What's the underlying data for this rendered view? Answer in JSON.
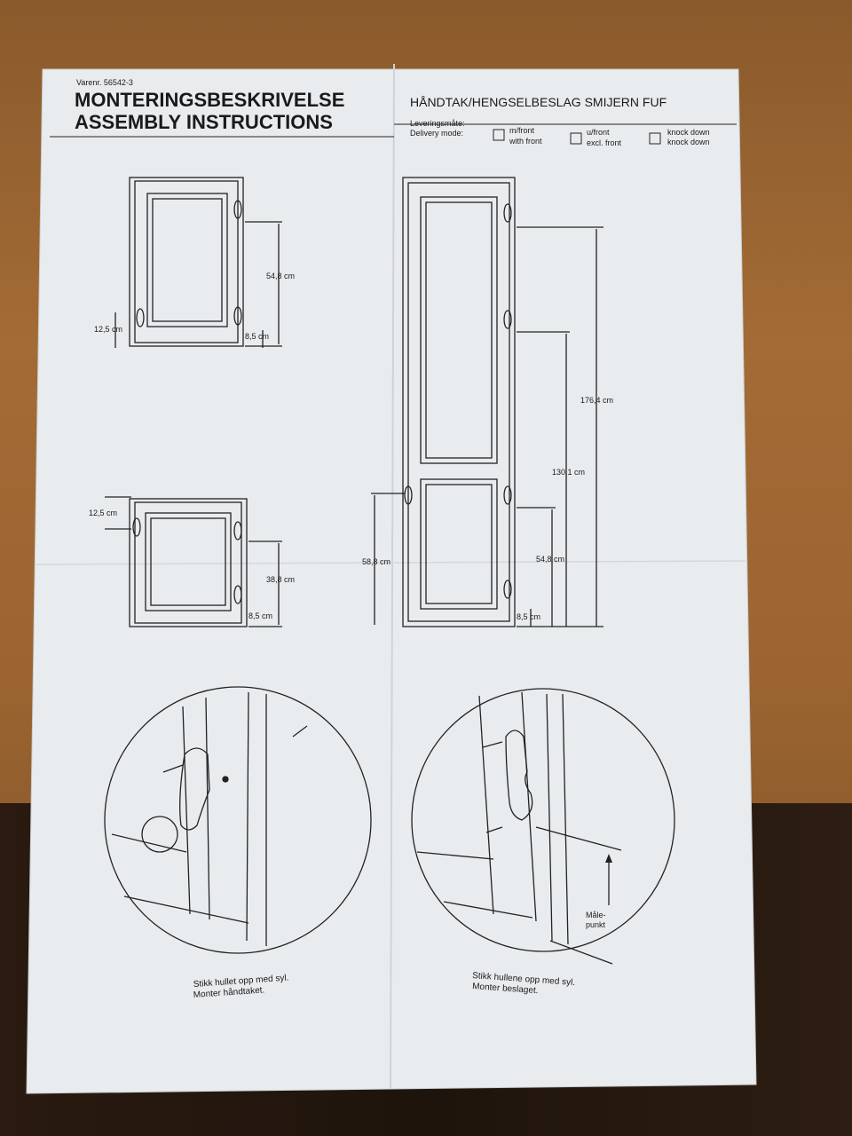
{
  "header": {
    "item_number": "Varenr. 56542-3",
    "title_no": "MONTERINGSBESKRIVELSE",
    "title_en": "ASSEMBLY INSTRUCTIONS",
    "product": "HÅNDTAK/HENGSELBESLAG SMIJERN FUF",
    "delivery_label_no": "Leveringsmåte:",
    "delivery_label_en": "Delivery mode:",
    "options": [
      {
        "line1": "m/front",
        "line2": "with front"
      },
      {
        "line1": "u/front",
        "line2": "excl. front"
      },
      {
        "line1": "knock down",
        "line2": "knock down"
      }
    ]
  },
  "diagrams": {
    "door_a": {
      "top_dim": "54,8 cm",
      "left_dim": "12,5 cm",
      "bottom_dim": "8,5 cm"
    },
    "door_b": {
      "left_dim": "12,5 cm",
      "right_dim": "38,8 cm",
      "bottom_dim": "8,5 cm"
    },
    "tall_door": {
      "total": "176,4 cm",
      "mid": "130,1 cm",
      "lower": "54,8 cm",
      "left": "58,8 cm",
      "bottom": "8,5 cm"
    }
  },
  "details": {
    "left_caption_1": "Stikk hullet opp med syl.",
    "left_caption_2": "Monter håndtaket.",
    "right_caption_1": "Stikk hullene opp med syl.",
    "right_caption_2": "Monter beslaget.",
    "measure_label_1": "Måle-",
    "measure_label_2": "punkt"
  }
}
